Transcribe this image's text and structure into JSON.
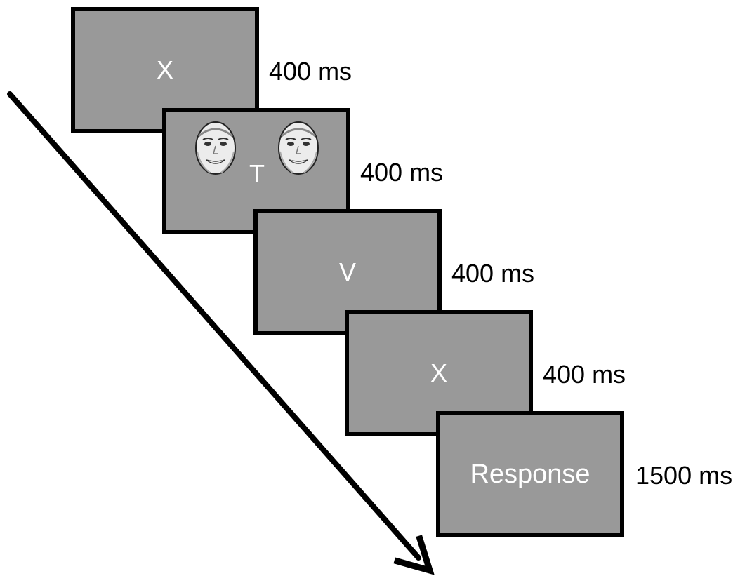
{
  "trial": {
    "frames": [
      {
        "stimulus": "X",
        "duration": "400 ms"
      },
      {
        "stimulus": "T",
        "duration": "400 ms",
        "faces": [
          "face-image",
          "face-image"
        ]
      },
      {
        "stimulus": "V",
        "duration": "400 ms"
      },
      {
        "stimulus": "X",
        "duration": "400 ms"
      },
      {
        "stimulus": "Response",
        "duration": "1500 ms"
      }
    ]
  },
  "colors": {
    "screen_fill": "#999999",
    "screen_border": "#000000",
    "stimulus_text": "#ffffff",
    "arrow": "#000000"
  }
}
